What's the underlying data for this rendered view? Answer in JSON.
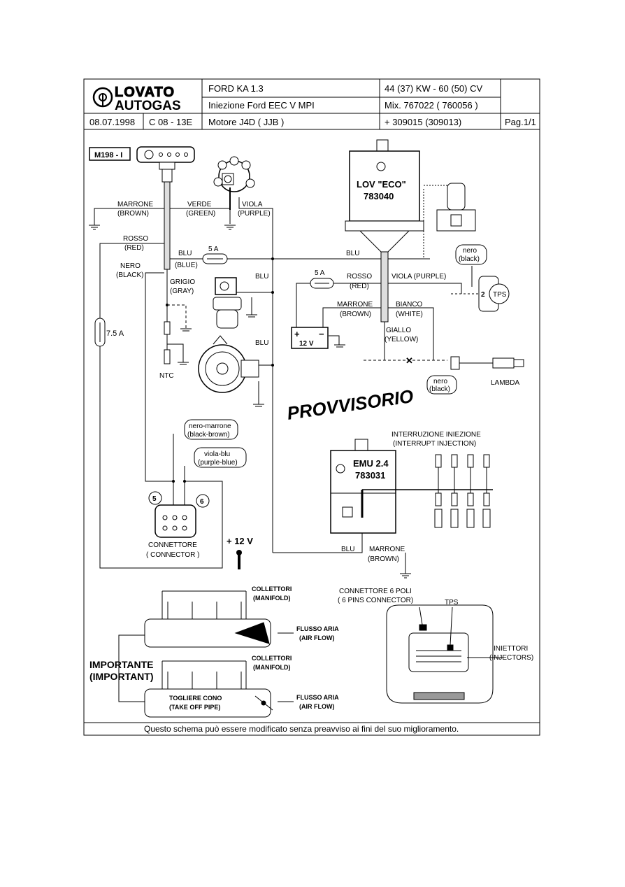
{
  "brand": {
    "name_top": "LOVATO",
    "name_bottom": "AUTOGAS"
  },
  "header": {
    "model": "FORD  KA  1.3",
    "power": "44 (37) KW - 60 (50) CV",
    "injection": "Iniezione Ford EEC V    MPI",
    "mix": "Mix. 767022 ( 760056 )",
    "date": "08.07.1998",
    "code": "C 08 - 13E",
    "engine": "Motore  J4D ( JJB )",
    "kit": "+ 309015  (309013)",
    "page": "Pag.1/1"
  },
  "labels": {
    "m198": "M198 - I",
    "lov_name": "LOV \"ECO\"",
    "lov_code": "783040",
    "marrone": "MARRONE",
    "brown": "(BROWN)",
    "verde": "VERDE",
    "green": "(GREEN)",
    "viola": "VIOLA",
    "purple": "(PURPLE)",
    "rosso": "ROSSO",
    "red": "(RED)",
    "nero": "NERO",
    "black": "(BLACK)",
    "blu": "BLU",
    "blue": "(BLUE)",
    "fuse5a": "5 A",
    "fuse75a": "7.5 A",
    "grigio": "GRIGIO",
    "gray": "(GRAY)",
    "ntc": "NTC",
    "nero_small": "nero",
    "black_small": "(black)",
    "tps": "TPS",
    "tps_pin": "2",
    "viola_purple": "VIOLA (PURPLE)",
    "bianco": "BIANCO",
    "white": "(WHITE)",
    "giallo": "GIALLO",
    "yellow": "(YELLOW)",
    "battery": "12 V",
    "battery_plus": "+",
    "battery_minus": "−",
    "lambda": "LAMBDA",
    "provvisorio": "PROVVISORIO",
    "nero_marrone": "nero-marrone",
    "black_brown": "(black-brown)",
    "viola_blu": "viola-blu",
    "purple_blue": "(purple-blue)",
    "pin5": "5",
    "pin6": "6",
    "connettore": "CONNETTORE",
    "connector": "( CONNECTOR )",
    "plus12v": "+ 12 V",
    "interruzione": "INTERRUZIONE INIEZIONE",
    "interrupt": "(INTERRUPT INJECTION)",
    "emu_name": "EMU 2.4",
    "emu_code": "783031",
    "collettori": "COLLETTORI",
    "manifold": "(MANIFOLD)",
    "flusso": "FLUSSO ARIA",
    "airflow": "(AIR FLOW)",
    "importante": "IMPORTANTE",
    "important": "(IMPORTANT)",
    "togliere": "TOGLIERE CONO",
    "takeoff": "(TAKE OFF PIPE)",
    "conn6": "CONNETTORE 6 POLI",
    "pins6": "( 6 PINS CONNECTOR)",
    "iniettori": "INIETTORI",
    "injectors": "(INJECTORS)"
  },
  "footer": "Questo schema può essere modificato senza preavviso ai fini del suo miglioramento."
}
